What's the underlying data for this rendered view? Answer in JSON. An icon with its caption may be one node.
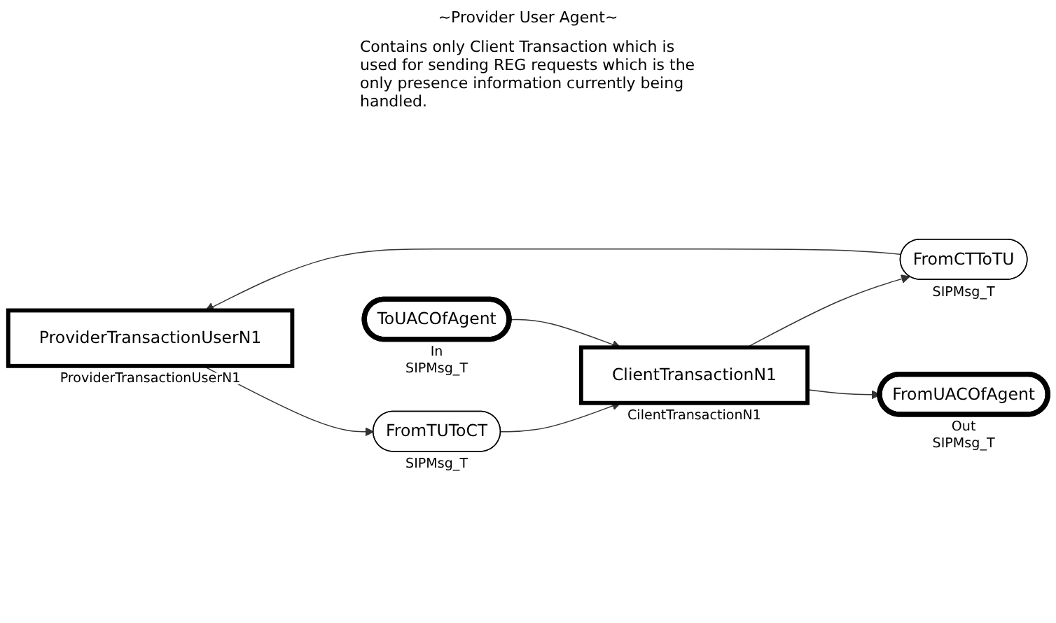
{
  "diagram": {
    "title": "~Provider User Agent~",
    "nodes": [
      {
        "text": [
          "ProviderTransactionUserN1"
        ],
        "beside": [
          "ProviderTransactionUserN1"
        ]
      },
      {
        "text": [
          "FromCTToTU"
        ],
        "beside": [
          "SIPMsg_T"
        ]
      },
      {
        "text": [
          "FromTUToCT"
        ],
        "beside": [
          "SIPMsg_T"
        ]
      },
      {
        "text": [
          "ClientTransactionN1"
        ],
        "beside": [
          "CilentTransactionN1"
        ]
      },
      {
        "text": [
          "ToUACOfAgent"
        ],
        "beside": [
          "In",
          "SIPMsg_T"
        ]
      },
      {
        "text": [
          "FromUACOfAgent"
        ],
        "beside": [
          "Out",
          "SIPMsg_T"
        ]
      }
    ],
    "edges": [
      {
        "from": 1,
        "to": 0,
        "arrow": "to"
      },
      {
        "from": 0,
        "to": 2,
        "arrow": "to"
      },
      {
        "from": 2,
        "to": 3,
        "arrow": "to"
      },
      {
        "from": 3,
        "to": 1,
        "arrow": "to"
      },
      {
        "from": 4,
        "to": 3,
        "arrow": "to"
      },
      {
        "from": 3,
        "to": 5,
        "arrow": "to"
      }
    ],
    "labels": [
      "Contains only Client Transaction which is used for sending REG requests which is the only presence information currently being handled."
    ]
  }
}
